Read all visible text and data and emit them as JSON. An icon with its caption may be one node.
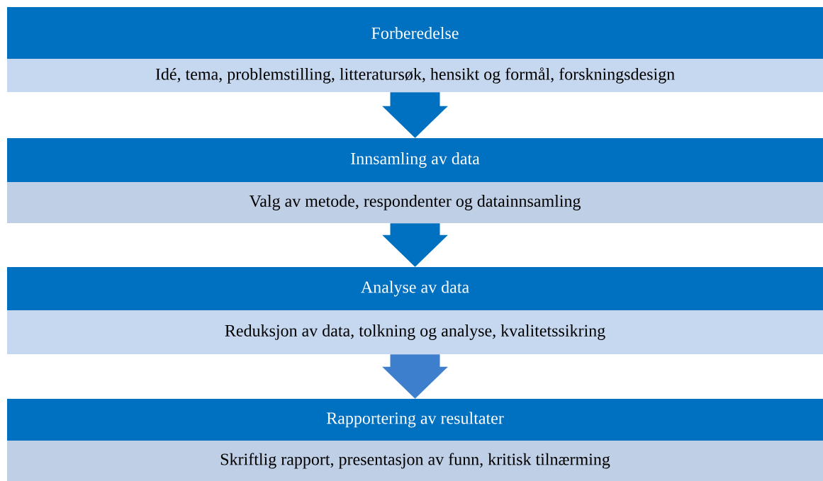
{
  "diagram": {
    "nodes": [
      {
        "text": [
          "Forberedelse",
          "Idé, tema, problemstilling, litteratursøk, hensikt og formål, forskningsdesign"
        ]
      },
      {
        "text": [
          "Innsamling av data",
          "Valg av metode, respondenter og datainnsamling"
        ]
      },
      {
        "text": [
          "Analyse av data",
          "Reduksjon av data, tolkning og analyse, kvalitetssikring"
        ]
      },
      {
        "text": [
          "Rapportering av resultater",
          "Skriftlig rapport, presentasjon av funn, kritisk tilnærming"
        ]
      }
    ],
    "edges": [
      {
        "from": 0,
        "to": 1,
        "arrow": "to"
      },
      {
        "from": 1,
        "to": 2,
        "arrow": "to"
      },
      {
        "from": 2,
        "to": 3,
        "arrow": "to",
        "color": "#3d7fcc"
      }
    ]
  }
}
